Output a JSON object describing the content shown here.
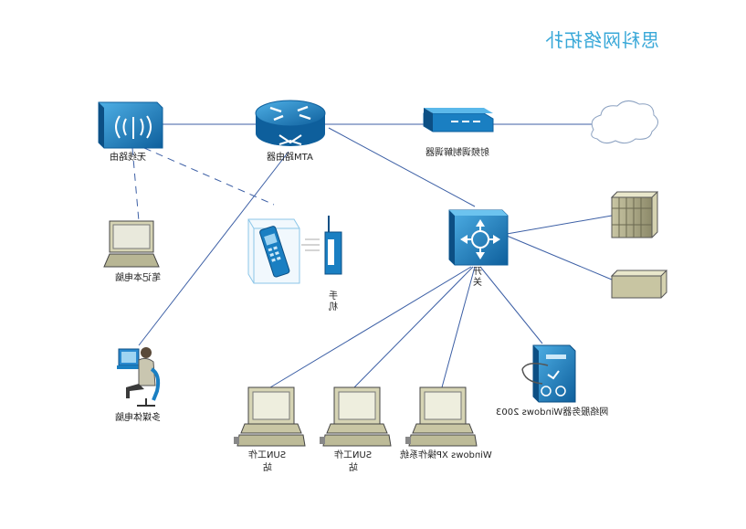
{
  "title": "思科网络拓扑",
  "nodes": {
    "wireless": "无线路由",
    "atm_router": "ATM路由器",
    "modem": "射频调制解调器",
    "laptop": "笔记本电脑",
    "phone_line1": "手",
    "phone_line2": "机",
    "switch_line1": "开",
    "switch_line2": "关",
    "multimedia_pc": "多媒体电脑",
    "sun1_line1": "SUN工作",
    "sun1_line2": "站",
    "sun2_line1": "SUN工作",
    "sun2_line2": "站",
    "winxp": "Windows XP操作系统",
    "server": "网络服务器Windows 2003"
  },
  "colors": {
    "title": "#39a8d8",
    "device_blue": "#1477b8",
    "link": "#3c5fa5",
    "computer": "#cfcfa8"
  },
  "icons": [
    "wireless-router-icon",
    "router-icon",
    "modem-icon",
    "cloud-icon",
    "switch-icon",
    "rack-server-icon",
    "storage-icon",
    "laptop-icon",
    "phone-icon",
    "person-computer-icon",
    "workstation-icon",
    "server-icon"
  ]
}
